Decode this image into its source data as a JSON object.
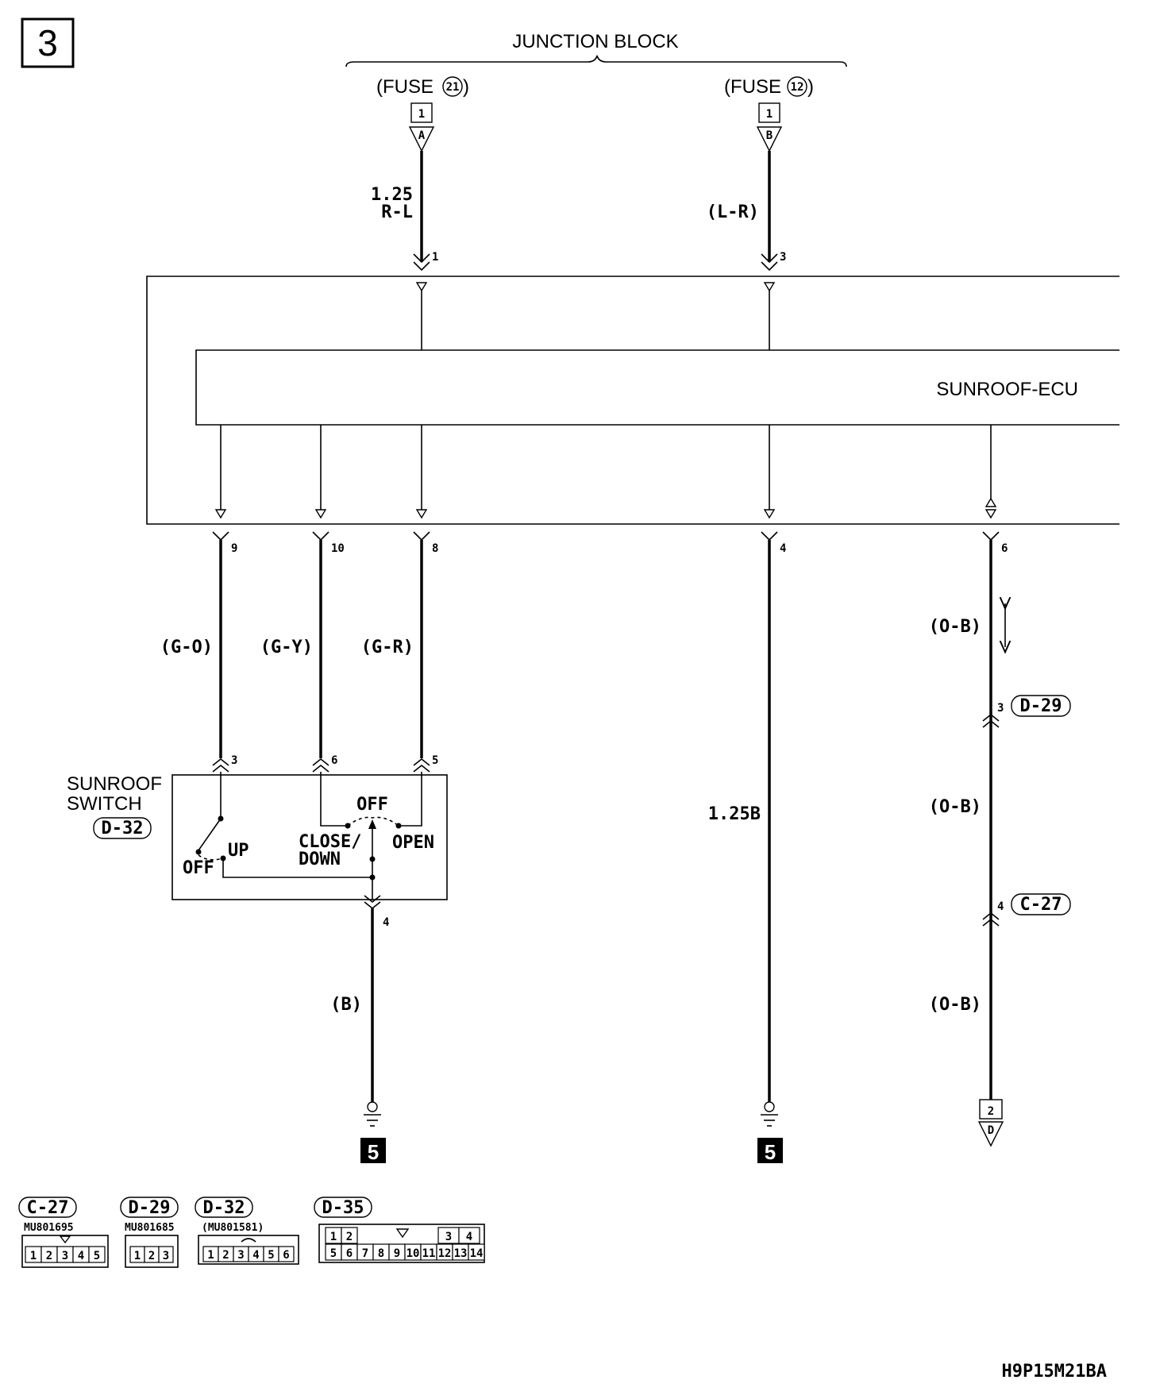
{
  "page_number": "3",
  "junction_block": {
    "title": "JUNCTION BLOCK"
  },
  "fuses": [
    {
      "label": "(FUSE",
      "number": "21",
      "close": ")",
      "connector": "1",
      "letter": "A",
      "wire": [
        "1.25",
        "R-L"
      ],
      "pin": "1"
    },
    {
      "label": "(FUSE",
      "number": "12",
      "close": ")",
      "connector": "1",
      "letter": "B",
      "wire": [
        "(L-R)"
      ],
      "pin": "3"
    }
  ],
  "ecu": {
    "title": "SUNROOF-ECU"
  },
  "ecu_pins": [
    {
      "pin": "9",
      "wire": "(G-O)"
    },
    {
      "pin": "10",
      "wire": "(G-Y)"
    },
    {
      "pin": "8",
      "wire": "(G-R)"
    },
    {
      "pin": "4",
      "wire": "1.25B"
    },
    {
      "pin": "6",
      "wire": "(O-B)"
    }
  ],
  "sunroof_switch": {
    "title": [
      "SUNROOF",
      "SWITCH"
    ],
    "connector": "D-32",
    "pins": [
      "3",
      "6",
      "5"
    ],
    "ground_pin": "4",
    "ground_wire": "(B)",
    "labels": {
      "off_tilt": "OFF",
      "up": "UP",
      "off_slide": "OFF",
      "close": "CLOSE/",
      "down": "DOWN",
      "open": "OPEN"
    }
  },
  "inline_connectors": [
    {
      "pin": "3",
      "name": "D-29"
    },
    {
      "pin": "4",
      "name": "C-27"
    }
  ],
  "right_wires": [
    "(O-B)",
    "(O-B)"
  ],
  "ground_page": "5",
  "continuation": {
    "connector": "2",
    "letter": "D"
  },
  "connector_views": [
    {
      "name": "C-27",
      "part": "MU801695",
      "top": [],
      "bottom": [
        "1",
        "2",
        "3",
        "4",
        "5"
      ]
    },
    {
      "name": "D-29",
      "part": "MU801685",
      "top": [],
      "bottom": [
        "1",
        "2",
        "3"
      ]
    },
    {
      "name": "D-32",
      "part": "(MU801581)",
      "top": [],
      "bottom": [
        "1",
        "2",
        "3",
        "4",
        "5",
        "6"
      ]
    },
    {
      "name": "D-35",
      "part": "",
      "top": [
        "1",
        "2",
        "3",
        "4"
      ],
      "bottom": [
        "5",
        "6",
        "7",
        "8",
        "9",
        "10",
        "11",
        "12",
        "13",
        "14"
      ]
    }
  ],
  "footer_code": "H9P15M21BA"
}
